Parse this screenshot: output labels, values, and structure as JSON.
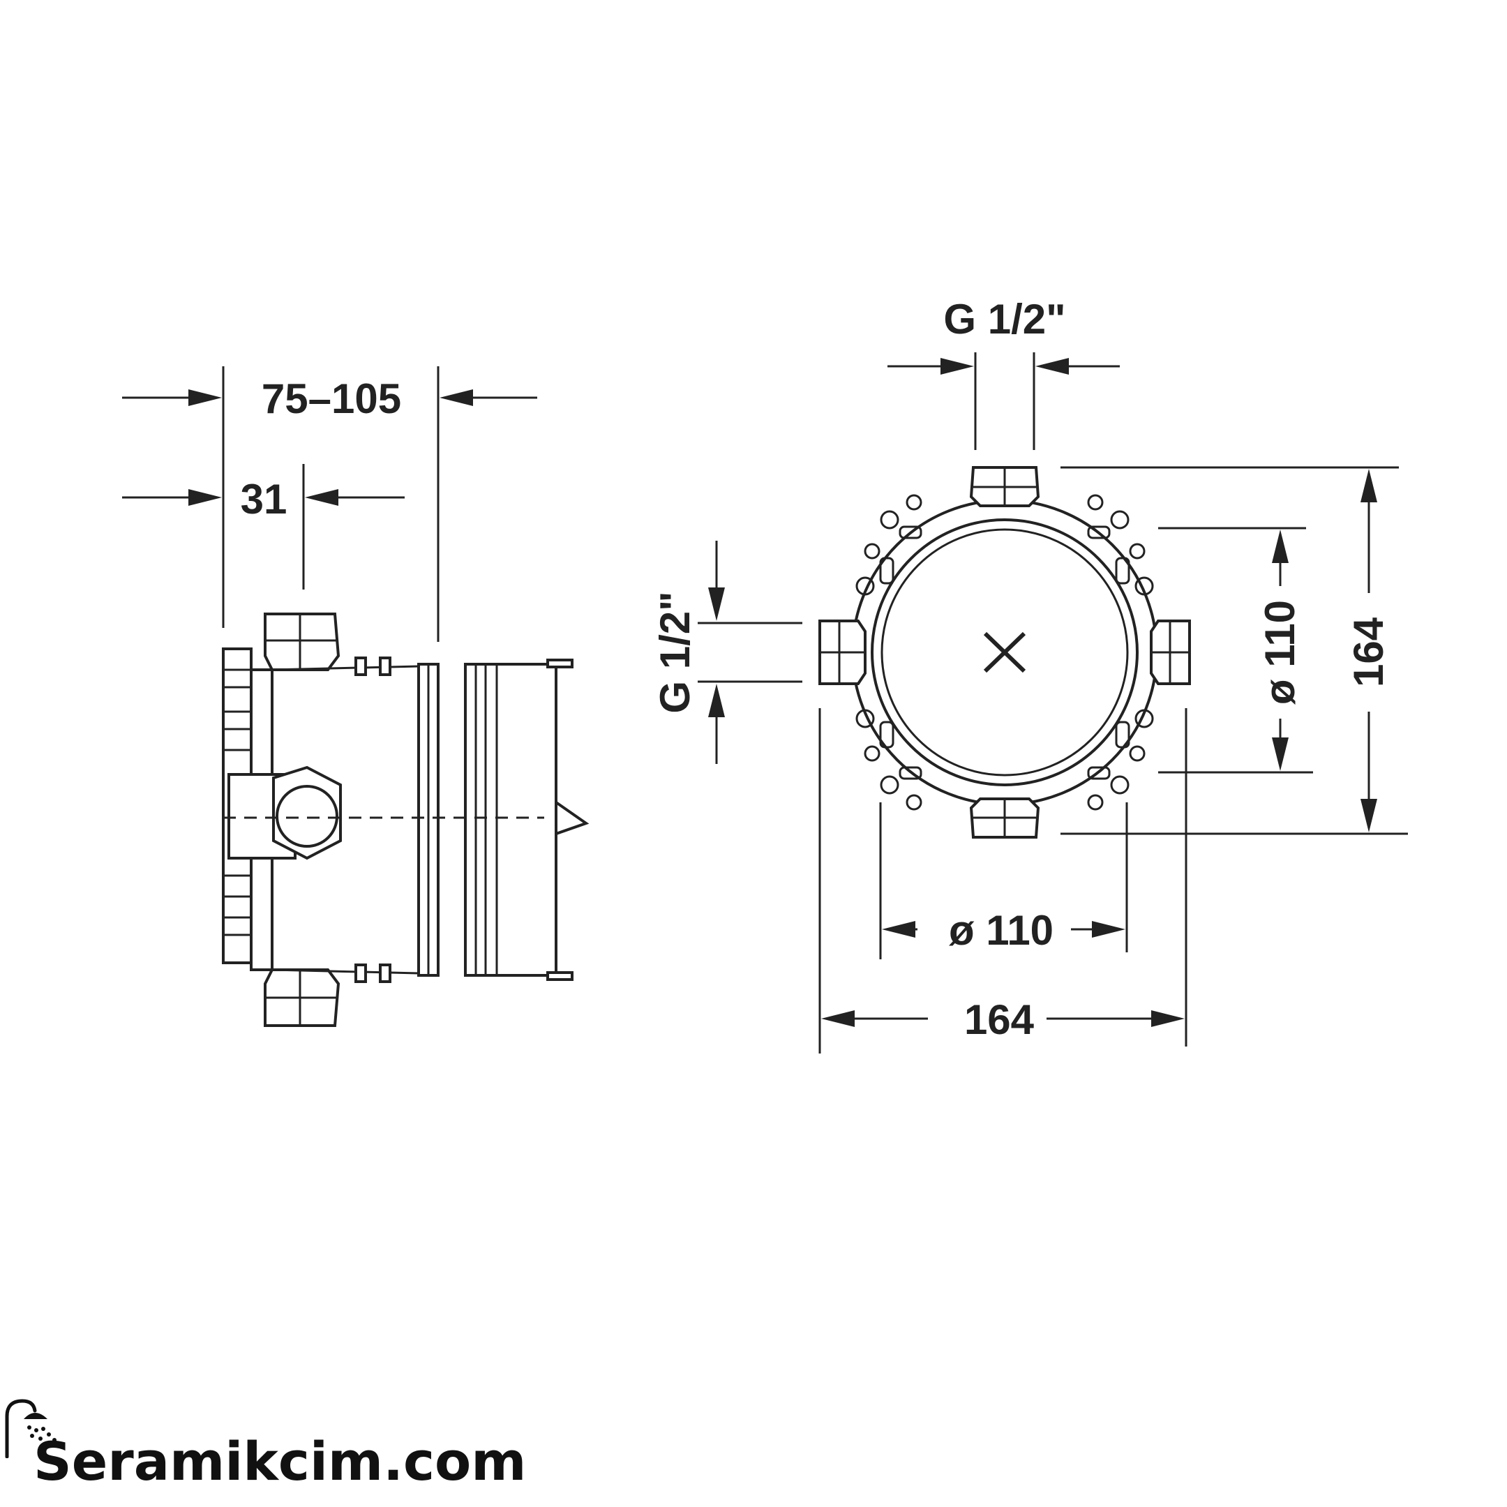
{
  "dimensions": {
    "side_total_depth": "75–105",
    "side_offset": "31",
    "top_thread": "G 1/2\"",
    "left_thread": "G 1/2\"",
    "inner_diameter_horizontal": "ø 110",
    "inner_diameter_vertical": "ø 110",
    "outer_width": "164",
    "outer_height": "164"
  },
  "brand": {
    "name": "Seramikcim.com",
    "logo_icon": "shower-head-icon"
  },
  "colors": {
    "line": "#222222",
    "background": "#ffffff"
  }
}
